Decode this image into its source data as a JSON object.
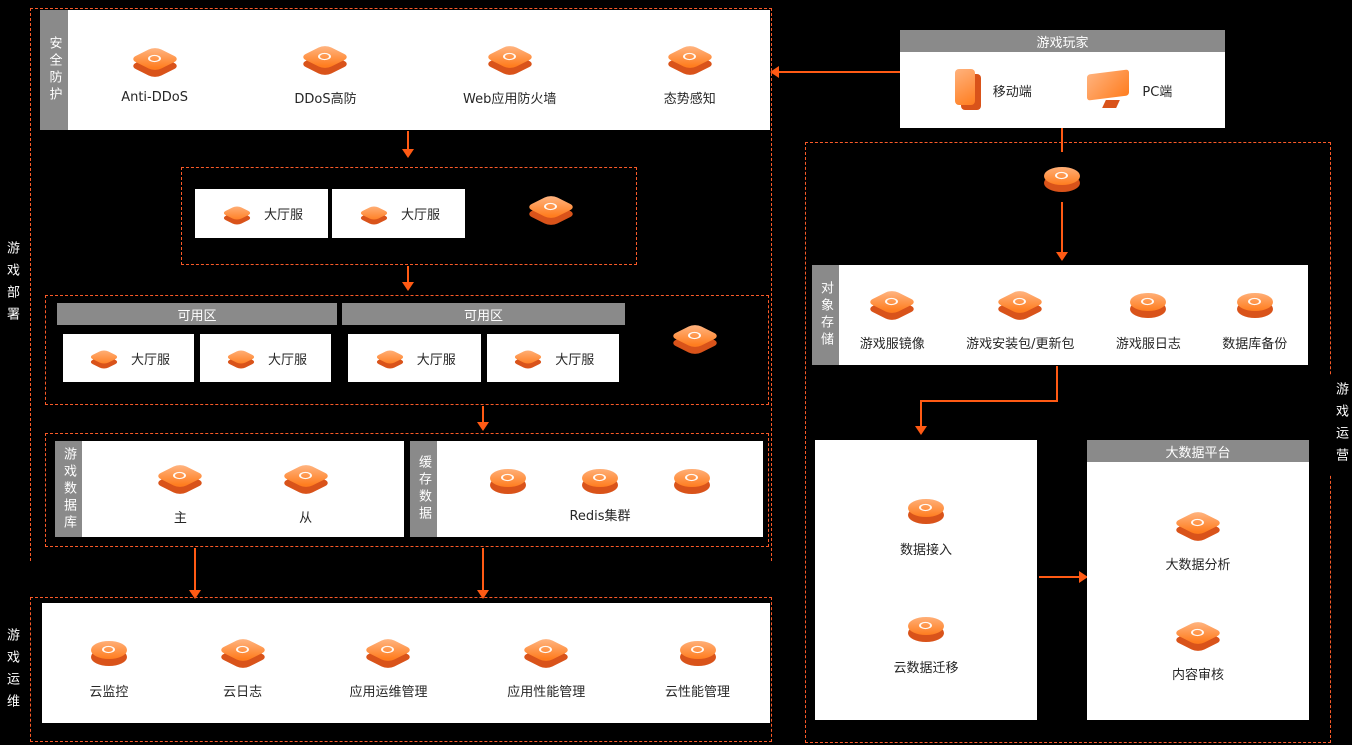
{
  "colors": {
    "background": "#000000",
    "accent_orange": "#ff5a14",
    "icon_orange": "#ff7d1f",
    "panel_white": "#ffffff",
    "header_gray": "#8a8a8a",
    "dashed_border": "#fa5a28"
  },
  "side_labels": {
    "left_top": "游戏部署",
    "left_bottom": "游戏运维",
    "right": "游戏运营"
  },
  "security": {
    "tab": "安全防护",
    "items": [
      {
        "icon": "anti-ddos-icon",
        "label": "Anti-DDoS"
      },
      {
        "icon": "ddos-premium-icon",
        "label": "DDoS高防"
      },
      {
        "icon": "web-firewall-icon",
        "label": "Web应用防火墙"
      },
      {
        "icon": "situation-awareness-icon",
        "label": "态势感知"
      }
    ]
  },
  "lobby": {
    "servers": [
      {
        "icon": "lobby-server-icon",
        "label": "大厅服"
      },
      {
        "icon": "lobby-server-icon",
        "label": "大厅服"
      }
    ],
    "load_balancer_icon": "load-balancer-icon"
  },
  "zones": [
    {
      "header": "可用区",
      "servers": [
        {
          "icon": "lobby-server-icon",
          "label": "大厅服"
        },
        {
          "icon": "lobby-server-icon",
          "label": "大厅服"
        }
      ]
    },
    {
      "header": "可用区",
      "servers": [
        {
          "icon": "lobby-server-icon",
          "label": "大厅服"
        },
        {
          "icon": "lobby-server-icon",
          "label": "大厅服"
        }
      ]
    }
  ],
  "zone_extra_icon": "load-balancer-icon",
  "database": {
    "tab": "游戏数据库",
    "items": [
      {
        "icon": "database-master-icon",
        "label": "主"
      },
      {
        "icon": "database-slave-icon",
        "label": "从"
      }
    ]
  },
  "cache": {
    "tab": "缓存数据",
    "label": "Redis集群",
    "icons": [
      "redis-node-icon",
      "redis-node-icon",
      "redis-node-icon"
    ]
  },
  "operations": {
    "items": [
      {
        "icon": "cloud-monitor-icon",
        "label": "云监控"
      },
      {
        "icon": "cloud-log-icon",
        "label": "云日志"
      },
      {
        "icon": "app-ops-management-icon",
        "label": "应用运维管理"
      },
      {
        "icon": "app-performance-icon",
        "label": "应用性能管理"
      },
      {
        "icon": "cloud-performance-icon",
        "label": "云性能管理"
      }
    ]
  },
  "players": {
    "header": "游戏玩家",
    "items": [
      {
        "icon": "mobile-icon",
        "label": "移动端"
      },
      {
        "icon": "pc-icon",
        "label": "PC端"
      }
    ]
  },
  "cdn_icon": "cdn-icon",
  "storage": {
    "tab": "对象存储",
    "items": [
      {
        "icon": "server-image-icon",
        "label": "游戏服镜像"
      },
      {
        "icon": "game-package-icon",
        "label": "游戏安装包/更新包"
      },
      {
        "icon": "server-log-icon",
        "label": "游戏服日志"
      },
      {
        "icon": "database-backup-icon",
        "label": "数据库备份"
      }
    ]
  },
  "data_pipeline": {
    "items": [
      {
        "icon": "data-access-icon",
        "label": "数据接入"
      },
      {
        "icon": "data-migration-icon",
        "label": "云数据迁移"
      }
    ]
  },
  "bigdata": {
    "header": "大数据平台",
    "items": [
      {
        "icon": "bigdata-analysis-icon",
        "label": "大数据分析"
      },
      {
        "icon": "content-review-icon",
        "label": "内容审核"
      }
    ]
  }
}
